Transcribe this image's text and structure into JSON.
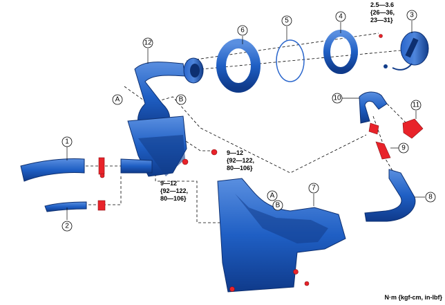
{
  "callouts": {
    "c1": "1",
    "c2": "2",
    "c3": "3",
    "c4": "4",
    "c5": "5",
    "c6": "6",
    "c7": "7",
    "c8": "8",
    "c9": "9",
    "c10": "10",
    "c11": "11",
    "c12": "12",
    "a1": "A",
    "b1": "B",
    "a2": "A",
    "b2": "B"
  },
  "torque_cap": [
    "2.5—3.6",
    "{26—36,",
    "23—31}"
  ],
  "torque_mid": [
    "9—12",
    "{92—122,",
    "80—106}"
  ],
  "torque_left": [
    "9—12",
    "{92—122,",
    "80—106}"
  ],
  "units": "N·m {kgf-cm, in-lbf}",
  "colors": {
    "part_blue": "#1f5fc4",
    "part_dark": "#123d8a",
    "fastener_red": "#e8232a"
  }
}
